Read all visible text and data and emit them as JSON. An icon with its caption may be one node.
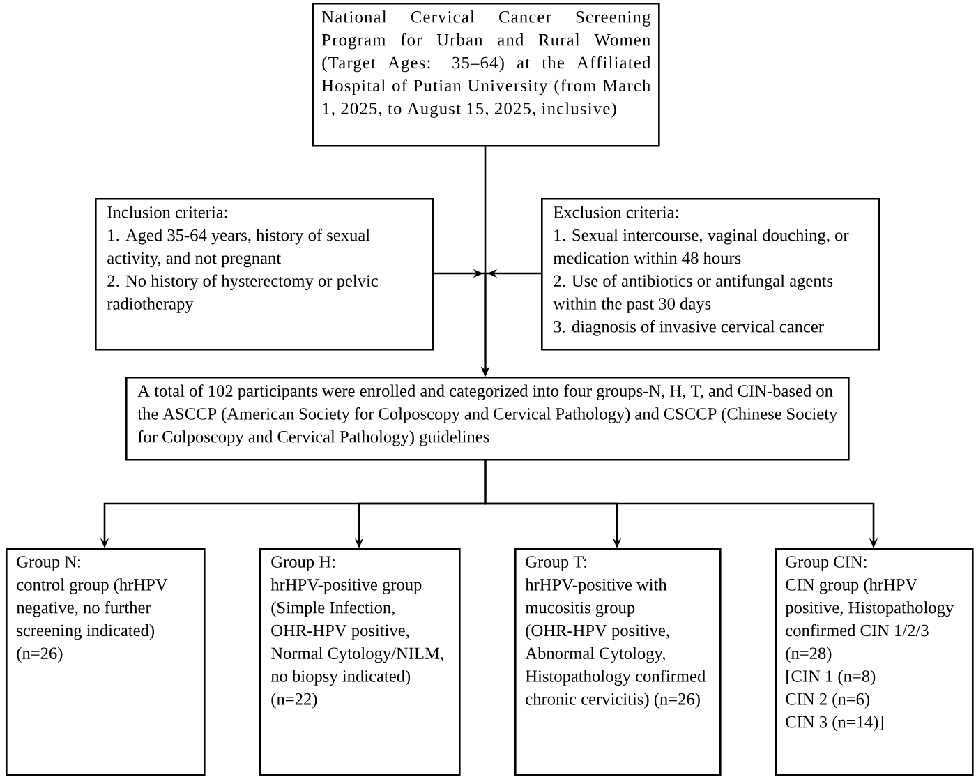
{
  "diagram": {
    "nodes": [
      {
        "text": [
          "National Cervical Cancer Screening Program for Urban and Rural Women (Target Ages: 35–64) at the Affiliated Hospital of Putian University (from March 1, 2025, to August 15, 2025, inclusive)"
        ]
      },
      {
        "text": [
          "Inclusion criteria:",
          "1. Aged 35-64 years, history of sexual activity, and not pregnant",
          "2. No history of hysterectomy or pelvic radiotherapy"
        ]
      },
      {
        "text": [
          "Exclusion criteria:",
          "1. Sexual intercourse, vaginal douching, or medication within 48 hours",
          "2. Use of antibiotics or antifungal agents within the past 30 days",
          "3. diagnosis of invasive cervical cancer"
        ]
      },
      {
        "text": [
          "A total of 102 participants were enrolled and categorized into four groups-N, H, T, and CIN-based on the ASCCP (American Society for Colposcopy and Cervical Pathology) and CSCCP (Chinese Society for Colposcopy and Cervical Pathology) guidelines"
        ]
      },
      {
        "text": [
          "Group N:",
          "control group (hrHPV negative, no further screening indicated) (n=26)"
        ]
      },
      {
        "text": [
          "Group H:",
          "hrHPV-positive group (Simple Infection, OHR-HPV positive, Normal Cytology/NILM, no biopsy indicated) (n=22)"
        ]
      },
      {
        "text": [
          "Group T:",
          "hrHPV-positive with mucositis group (OHR-HPV positive, Abnormal Cytology, Histopathology confirmed chronic cervicitis) (n=26)"
        ]
      },
      {
        "text": [
          "Group CIN:",
          "CIN group (hrHPV positive, Histopathology confirmed CIN 1/2/3 (n=28)",
          "[CIN 1 (n=8)",
          "CIN 2 (n=6)",
          "CIN 3 (n=14)]"
        ]
      }
    ],
    "edges": [
      {
        "from": 0,
        "to": 3,
        "arrow": "to"
      },
      {
        "from": 1,
        "to": 3,
        "arrow": "to"
      },
      {
        "from": 2,
        "to": 3,
        "arrow": "to"
      },
      {
        "from": 3,
        "to": 4,
        "arrow": "to"
      },
      {
        "from": 3,
        "to": 5,
        "arrow": "to"
      },
      {
        "from": 3,
        "to": 6,
        "arrow": "to"
      },
      {
        "from": 3,
        "to": 7,
        "arrow": "to"
      }
    ]
  }
}
